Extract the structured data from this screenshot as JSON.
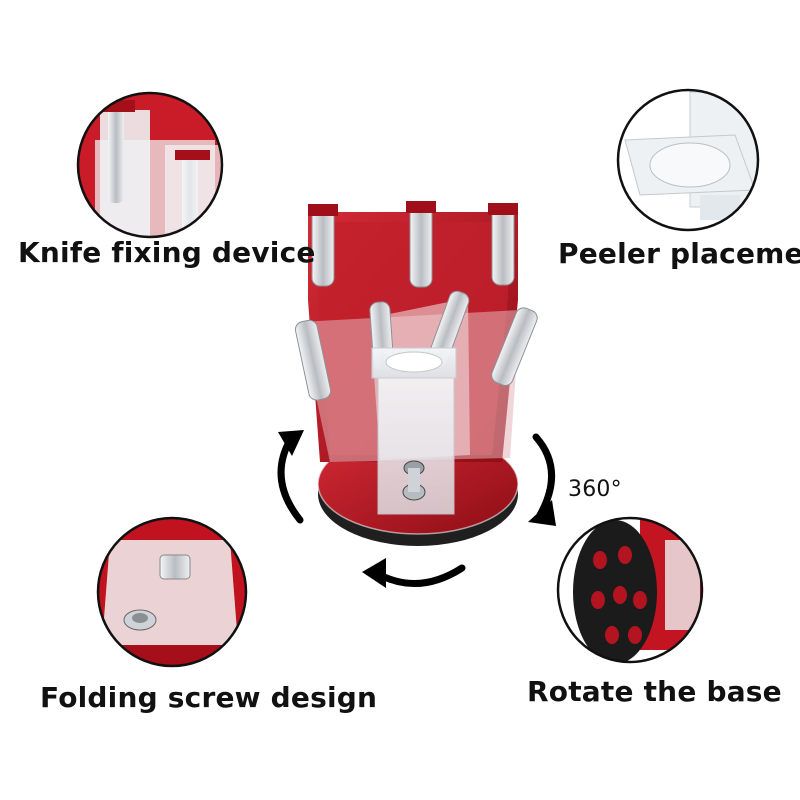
{
  "callouts": {
    "knife_fixing": "Knife fixing device",
    "peeler_placement": "Peeler placement",
    "folding_screw": "Folding screw design",
    "rotate_base": "Rotate the base"
  },
  "rotation_label": "360°",
  "colors": {
    "stand_red": "#b8121f",
    "stand_dark_red": "#7d0a12",
    "acrylic": "#e9eef2",
    "blade_silver": "#c9ccd0",
    "arrow": "#000000",
    "text": "#111111",
    "background": "#ffffff"
  }
}
